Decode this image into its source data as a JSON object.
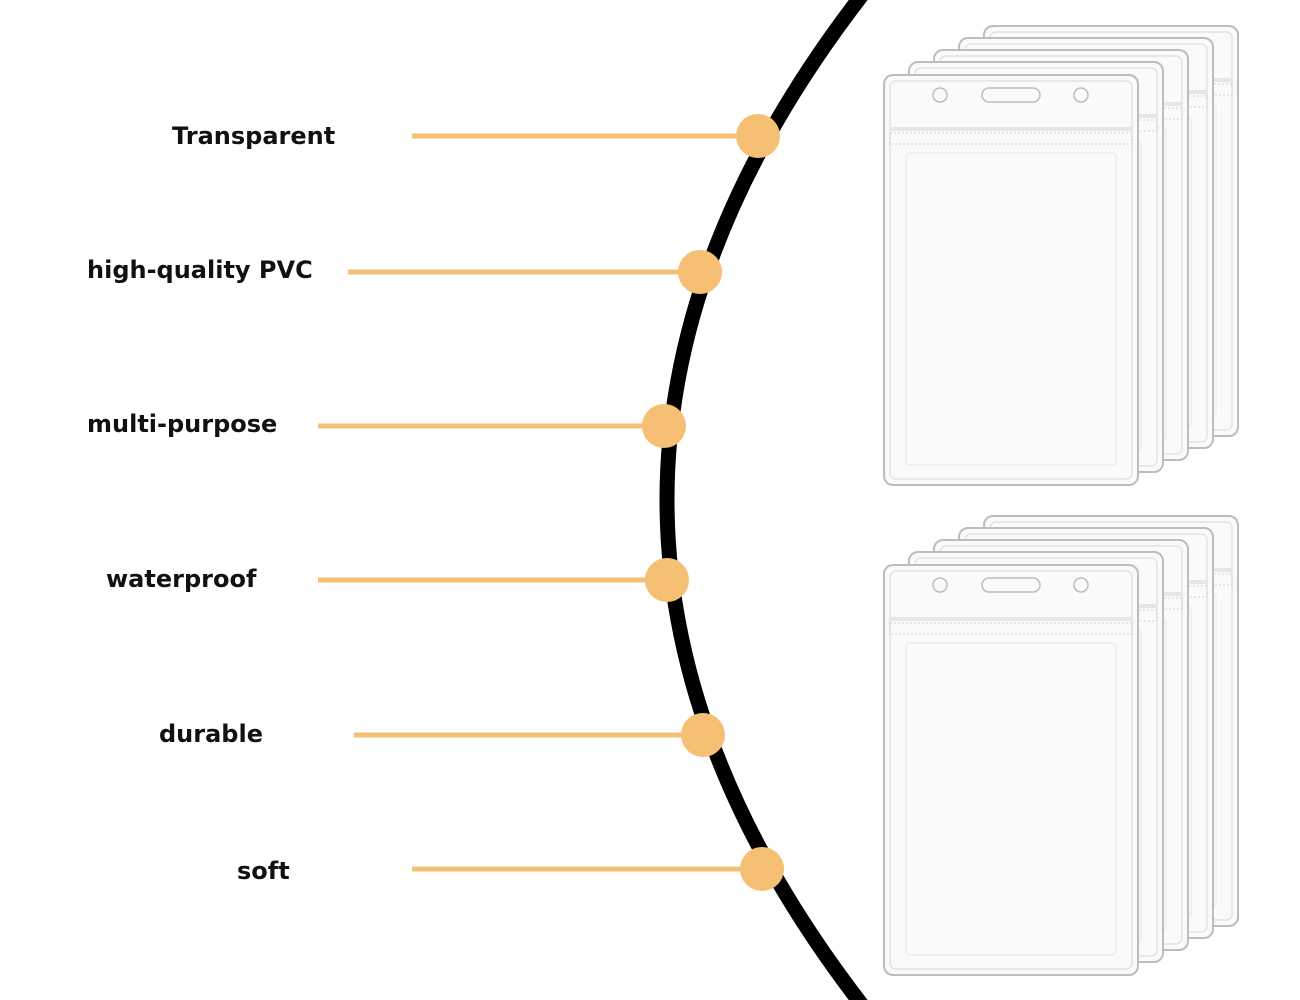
{
  "colors": {
    "background": "#ffffff",
    "arc": "#000000",
    "connector": "#F5C074",
    "label_text": "#111111",
    "holder_outline": "#BFBFBF",
    "holder_fill": "#FAFAFA"
  },
  "features": [
    {
      "label": "Transparent"
    },
    {
      "label": "high-quality PVC"
    },
    {
      "label": "multi-purpose"
    },
    {
      "label": "waterproof"
    },
    {
      "label": "durable"
    },
    {
      "label": "soft"
    }
  ],
  "product_image": {
    "icon": "clear-badge-holder-stack",
    "stacks": 2,
    "holders_per_stack": 5
  }
}
